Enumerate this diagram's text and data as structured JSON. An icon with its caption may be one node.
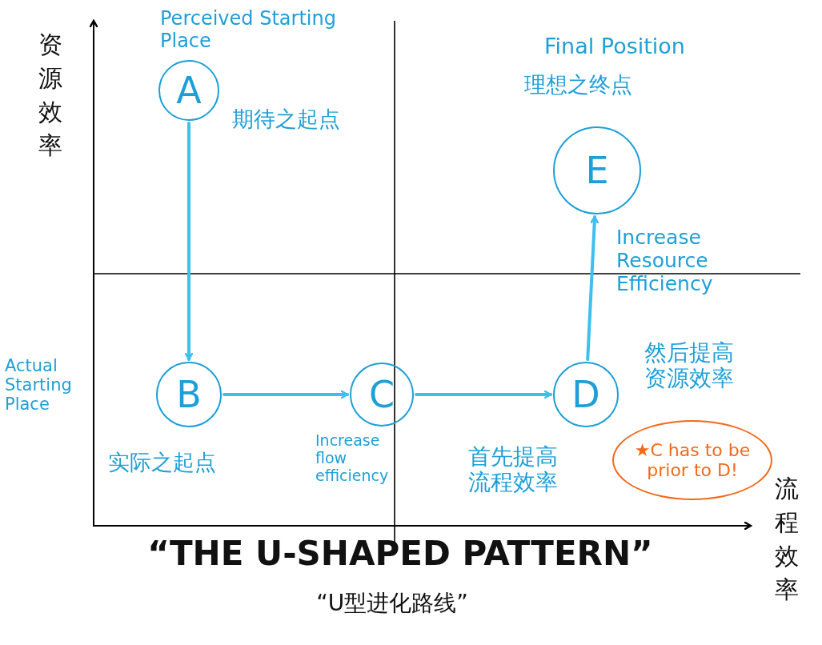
{
  "diagram": {
    "title": "“THE U-SHAPED PATTERN”",
    "caption": "“U型进化路线”",
    "nodes": [
      {
        "text": [
          "A"
        ],
        "beside": [
          "Perceived Starting Place",
          "期待之起点"
        ]
      },
      {
        "text": [
          "B"
        ],
        "beside": [
          "Actual Starting Place",
          "实际之起点"
        ]
      },
      {
        "text": [
          "C"
        ],
        "beside": [
          "Increase flow efficiency"
        ]
      },
      {
        "text": [
          "D"
        ]
      },
      {
        "text": [
          "E"
        ],
        "beside": [
          "Final Position",
          "理想之终点"
        ]
      },
      {
        "text": [
          "★C has to be prior to D!"
        ]
      }
    ],
    "edges": [
      {
        "from": 0,
        "to": 1,
        "arrow": "to"
      },
      {
        "from": 1,
        "to": 2,
        "arrow": "to"
      },
      {
        "from": 2,
        "to": 3,
        "arrow": "to"
      },
      {
        "from": 3,
        "to": 4,
        "arrow": "to"
      }
    ],
    "labels": [
      "资源效率",
      "Increase Resource Efficiency",
      "然后提高资源效率",
      "首先提高流程效率",
      "流程效率"
    ]
  }
}
